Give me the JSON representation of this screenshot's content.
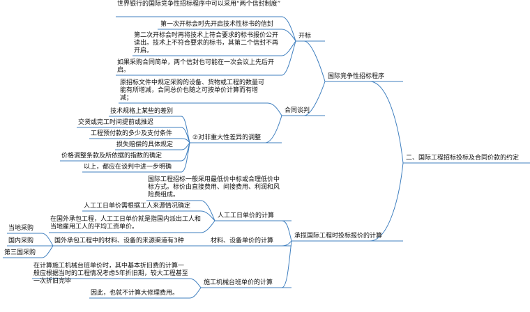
{
  "root": {
    "label": "二、国际工程招标投标及合同价款的约定"
  },
  "branch1": {
    "label": "国际竞争性招标程序",
    "kaibiao": {
      "label": "开标",
      "items": [
        "世界银行的国际竞争性招标程序中可以采用“两个信封制度”",
        "第一次开标会时先开启技术性标书的信封",
        "第二次开标会时再将技术上符合要求的标书报价公开读出。技术上不符合要求的标书，其第二个信封不再开启。",
        "如果采购合同简单，两个信封也可能在一次会议上先后开启。"
      ]
    },
    "hetong": {
      "label": "合同谈判",
      "note": "原招标文件中规定采购的设备、货物或工程的数量可能有所增减，合同总价也随之可按单价计算而有增减；",
      "sub": {
        "label": "②对非重大性差异的调整",
        "items": [
          "技术规格上某些的差别",
          "交货或完工时间提前或推迟",
          "工程预付款的多少及支付条件",
          "损失赔偿的具体规定",
          "价格调整条款及所依据的指数的确定",
          "以上，都应在谈判中进一步明确"
        ]
      }
    }
  },
  "branch2": {
    "label": "承揽国际工程时投标报价的计算",
    "labor": {
      "label": "人工工日单价的计算",
      "items": [
        "国际工程招标一般采用最低价中标或合理低价中标方式。标价由直接费用、间接费用、利润和风险费组成。",
        "人工工日单价需根据工人来源情况确定",
        "在国外承包工程，人工工日单价就是指国内派出工人和当地雇用工人的平均工资单价。"
      ]
    },
    "material": {
      "label": "材料、设备单价的计算",
      "detail": "国外承包工程中的材料、设备的来源渠道有3种",
      "sources": [
        "当地采购",
        "国内采购",
        "第三国采购"
      ]
    },
    "machine": {
      "label": "施工机械台班单价的计算",
      "items": [
        "在计算施工机械台班单价时，其中基本折旧费的计算一般应根据当时的工程情况考虑5年折旧期，较大工程甚至一次折旧完毕",
        "因此，也就不计算大修理费用。"
      ]
    }
  },
  "colors": {
    "edge": "#3f7fbf",
    "text": "#111111"
  }
}
